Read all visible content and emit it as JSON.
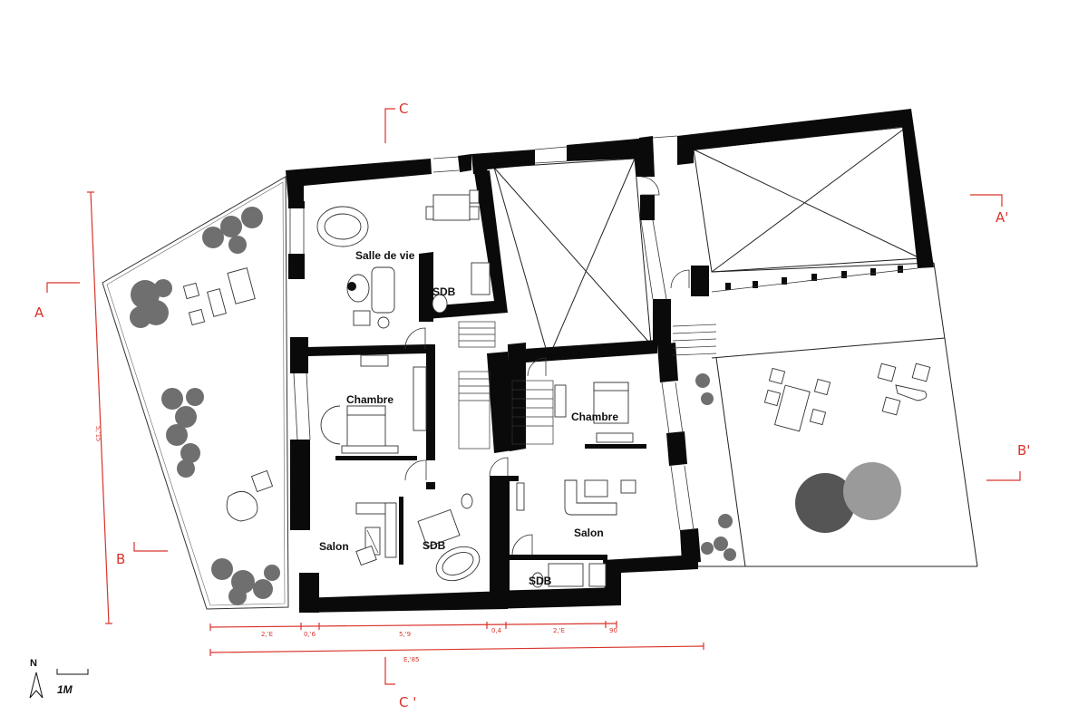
{
  "rooms": {
    "salle_de_vie": "Salle de vie",
    "sdb_top": "SDB",
    "chambre_left": "Chambre",
    "chambre_right": "Chambre",
    "salon_left": "Salon",
    "sdb_middle": "SDB",
    "salon_right": "Salon",
    "sdb_bottom": "SDB"
  },
  "sections": {
    "c_top": "C",
    "c_bottom": "C '",
    "a_left": "A",
    "a_right": "A'",
    "b_left": "B",
    "b_right": "B'"
  },
  "dimensions": {
    "vertical_total": "5,'15",
    "d1": "2,'E",
    "d2": "0,'6",
    "d3": "5,'9",
    "d4": "0,4",
    "d5": "2,'E",
    "d6": "90",
    "horizontal_total": "E,'85"
  },
  "legend": {
    "north": "N",
    "scale": "1M"
  },
  "colors": {
    "walls": "#0a0a0a",
    "annotations": "#d8342c",
    "vegetation": "#6f6f6f"
  }
}
